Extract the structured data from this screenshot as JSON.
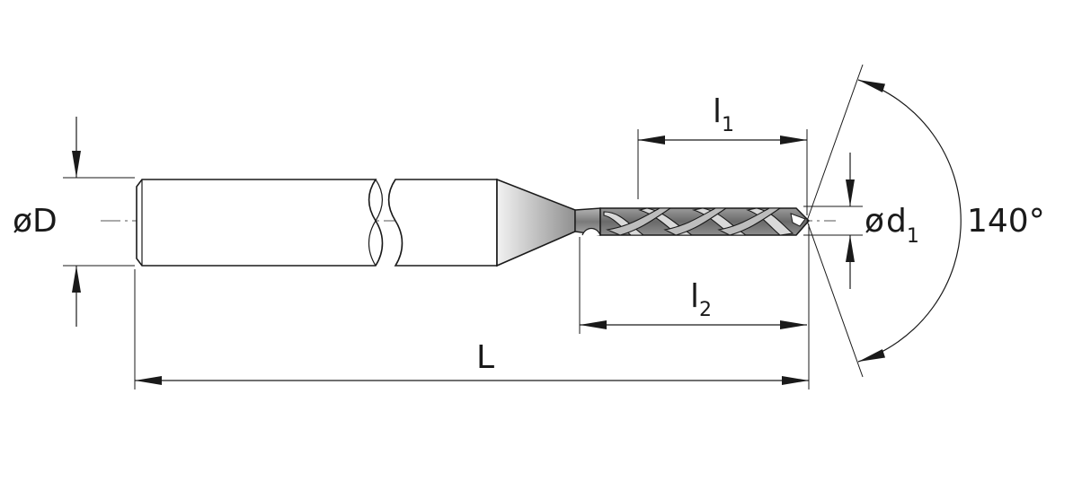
{
  "labels": {
    "shank_diameter": {
      "symbol": "ø",
      "main": "D"
    },
    "total_length": {
      "main": "L"
    },
    "flute_length": {
      "main": "l",
      "subscript": "1"
    },
    "usable_length": {
      "main": "l",
      "subscript": "2"
    },
    "cutting_diameter": {
      "symbol": "ø",
      "main": "d",
      "subscript": "1"
    },
    "point_angle": {
      "main": "140°"
    }
  },
  "colors": {
    "line": "#1a1a1a",
    "tool_light": "#e6e6e6",
    "tool_mid": "#a0a0a0",
    "tool_dark": "#555555"
  }
}
